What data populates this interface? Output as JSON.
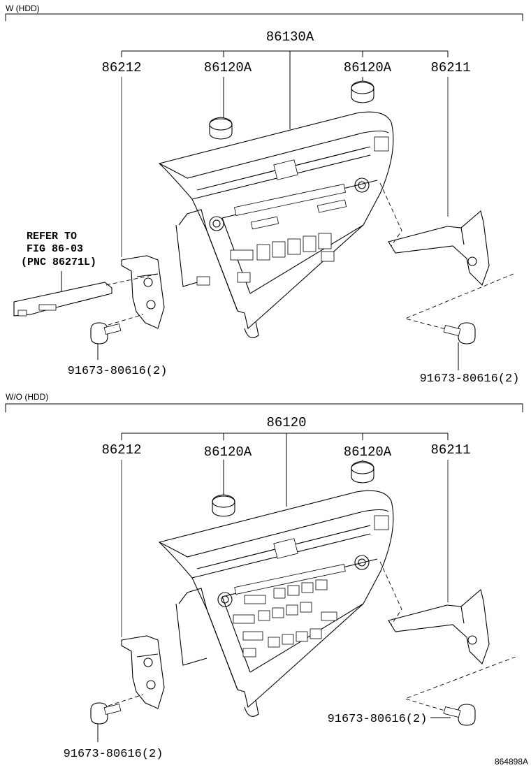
{
  "sections": [
    {
      "header": "W (HDD)",
      "assembly": "86130A",
      "labels": {
        "left_bracket": "86212",
        "knob_left": "86120A",
        "knob_right": "86120A",
        "right_bracket": "86211",
        "bolt_left": "91673-80616(2)",
        "bolt_right": "91673-80616(2)"
      },
      "refer": {
        "line1": "REFER TO",
        "line2": "FIG 86-03",
        "line3": "(PNC 86271L)"
      }
    },
    {
      "header": "W/O (HDD)",
      "assembly": "86120",
      "labels": {
        "left_bracket": "86212",
        "knob_left": "86120A",
        "knob_right": "86120A",
        "right_bracket": "86211",
        "bolt_left": "91673-80616(2)",
        "bolt_right": "91673-80616(2)"
      }
    }
  ],
  "figure_code": "864898A"
}
